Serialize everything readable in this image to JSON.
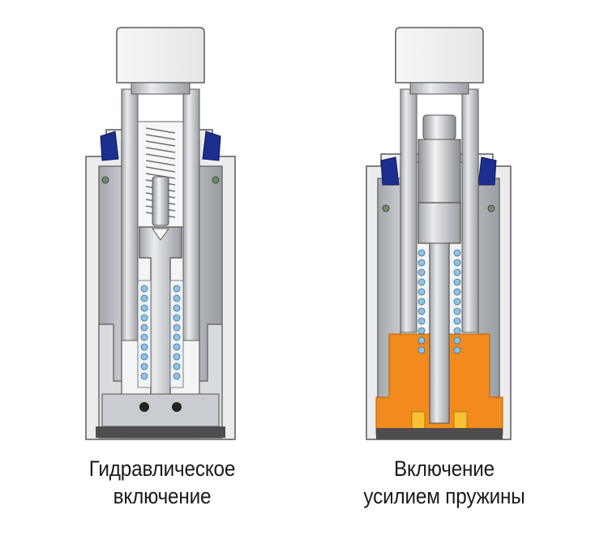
{
  "diagram": {
    "left_caption": [
      "Гидравлическое",
      "включение"
    ],
    "right_caption": [
      "Включение",
      "усилием пружины"
    ]
  },
  "colors": {
    "background": "#ffffff",
    "outline": "#5a5a5a",
    "steel_dark": "#9ea2a7",
    "steel_light": "#e6e8ea",
    "cap": "#eeeeee",
    "seal_blue": "#1c2f8f",
    "spring": "#8fc3e6",
    "hydraulic_fill": "#f28a1e",
    "base_dark": "#4d4d4d"
  }
}
